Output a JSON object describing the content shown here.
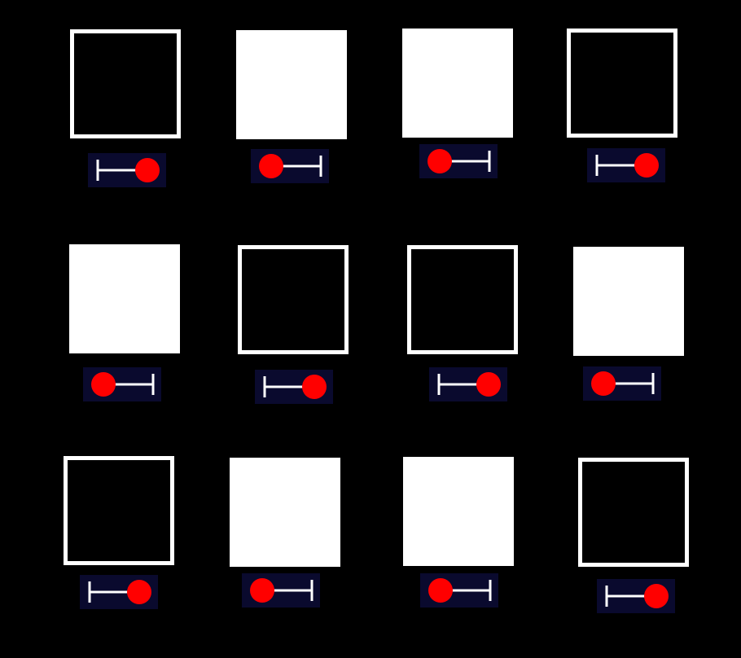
{
  "colors": {
    "background": "#000000",
    "tile_fill": "#ffffff",
    "tile_outline": "#ffffff",
    "toggle_bg": "#0a0a2e",
    "toggle_line": "#ffffff",
    "toggle_knob": "#ff0000"
  },
  "tiles": [
    {
      "state": "outline",
      "toggle": "right"
    },
    {
      "state": "filled",
      "toggle": "left"
    },
    {
      "state": "filled",
      "toggle": "left"
    },
    {
      "state": "outline",
      "toggle": "right"
    },
    {
      "state": "filled",
      "toggle": "left"
    },
    {
      "state": "outline",
      "toggle": "right"
    },
    {
      "state": "outline",
      "toggle": "right"
    },
    {
      "state": "filled",
      "toggle": "left"
    },
    {
      "state": "outline",
      "toggle": "right"
    },
    {
      "state": "filled",
      "toggle": "left"
    },
    {
      "state": "filled",
      "toggle": "left"
    },
    {
      "state": "outline",
      "toggle": "right"
    }
  ]
}
